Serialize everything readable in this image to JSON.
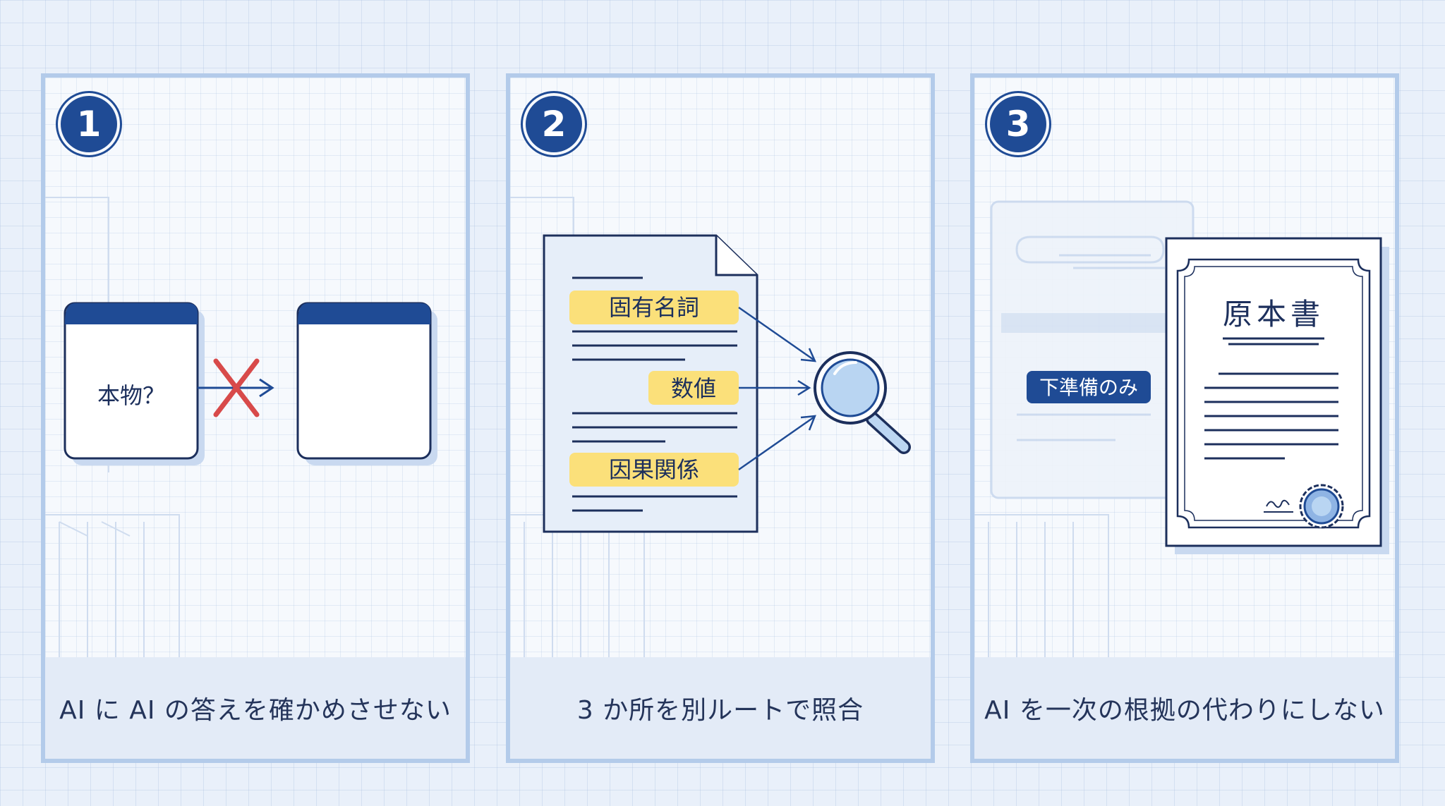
{
  "panels": [
    {
      "number": "1",
      "caption": "AI に AI の答えを確かめさせない",
      "box_label": "本物？"
    },
    {
      "number": "2",
      "caption": "3 か所を別ルートで照合",
      "highlights": [
        "固有名詞",
        "数値",
        "因果関係"
      ]
    },
    {
      "number": "3",
      "caption": "AI を一次の根拠の代わりにしない",
      "draft_label": "下準備のみ",
      "certificate_title": "原本書"
    }
  ],
  "colors": {
    "navy": "#1f4b95",
    "highlight": "#fbe07a",
    "cross": "#d84a4a",
    "frame": "#b3cbea"
  }
}
